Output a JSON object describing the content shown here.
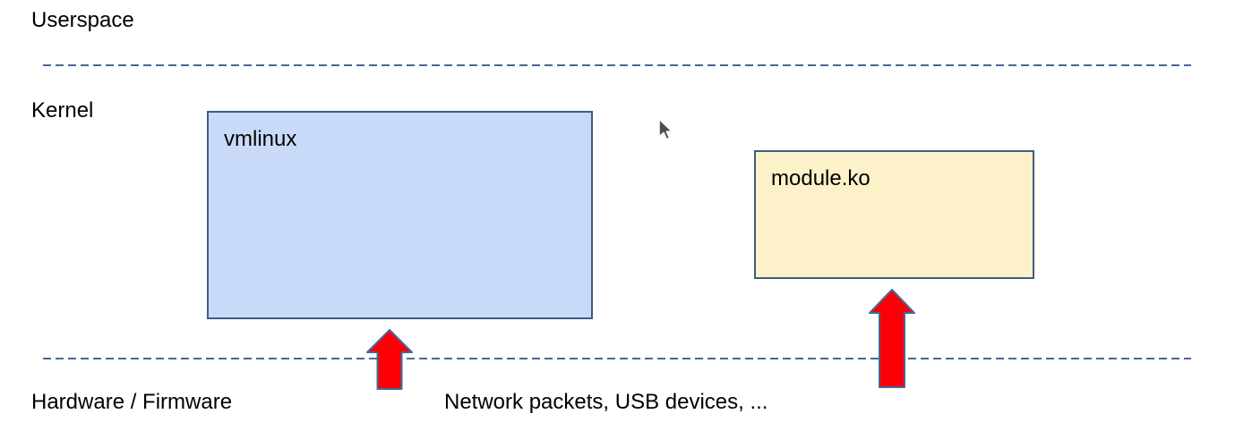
{
  "labels": {
    "userspace": "Userspace",
    "kernel": "Kernel",
    "hardware": "Hardware / Firmware",
    "events": "Network packets, USB devices, ..."
  },
  "boxes": {
    "vmlinux": {
      "label": "vmlinux",
      "fill": "#c9daf8",
      "border": "#3d5c80"
    },
    "module_ko": {
      "label": "module.ko",
      "fill": "#fdf1ca",
      "border": "#3d5c80"
    }
  },
  "arrows": {
    "direction": "up",
    "count": 2,
    "fill": "#fb0007",
    "stroke": "#44699d"
  },
  "separators": {
    "style": "dashed",
    "color": "#44679b"
  },
  "cursor": {
    "icon": "mouse-pointer"
  }
}
